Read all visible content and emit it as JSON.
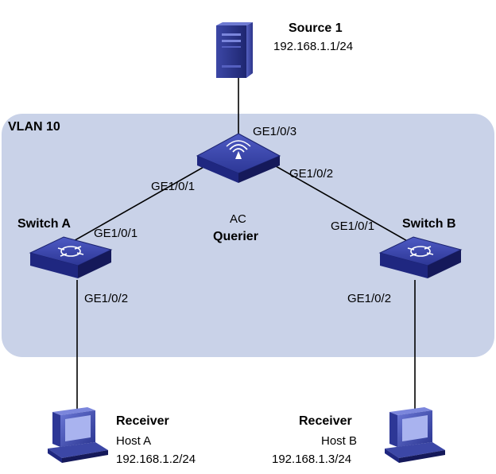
{
  "source": {
    "name": "Source 1",
    "ip": "192.168.1.1/24",
    "icon": "server-icon"
  },
  "vlan": {
    "label": "VLAN 10",
    "color": "#c9d2e8"
  },
  "ac": {
    "name": "AC",
    "role": "Querier",
    "icon": "access-controller-icon",
    "port_uplink": "GE1/0/3",
    "port_to_switch_a": "GE1/0/1",
    "port_to_switch_b": "GE1/0/2"
  },
  "switch_a": {
    "name": "Switch A",
    "port_uplink": "GE1/0/1",
    "port_downlink": "GE1/0/2",
    "icon": "switch-icon"
  },
  "switch_b": {
    "name": "Switch B",
    "port_uplink": "GE1/0/1",
    "port_downlink": "GE1/0/2",
    "icon": "switch-icon"
  },
  "host_a": {
    "role": "Receiver",
    "name": "Host A",
    "ip": "192.168.1.2/24",
    "icon": "computer-icon"
  },
  "host_b": {
    "role": "Receiver",
    "name": "Host B",
    "ip": "192.168.1.3/24",
    "icon": "computer-icon"
  },
  "colors": {
    "device": "#2d3796",
    "link": "#000000"
  }
}
